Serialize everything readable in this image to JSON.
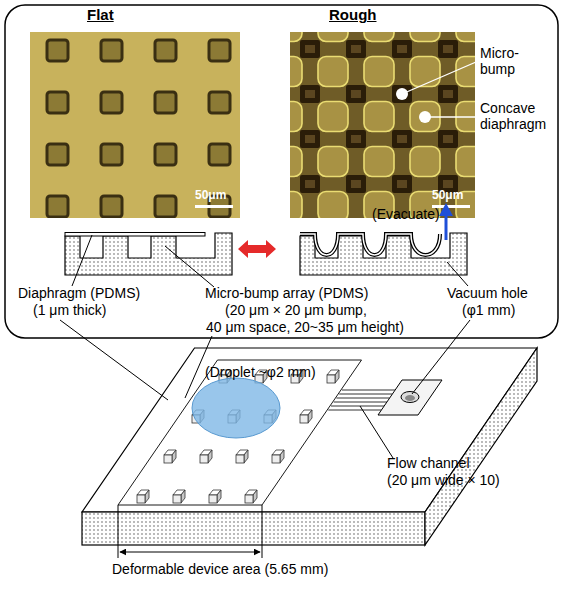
{
  "diagram": {
    "nodes": [
      {
        "text": [
          "Flat",
          "50μm"
        ]
      },
      {
        "text": [
          "Rough",
          "50μm"
        ]
      }
    ],
    "labels": [
      "Micro-bump",
      "Concave diaphragm",
      "(Evacuate)",
      "Diaphragm (PDMS)",
      "(1 μm thick)",
      "Micro-bump array (PDMS)",
      "(20 μm × 20 μm bump,",
      "40 μm space, 20~35 μm height)",
      "Vacuum hole",
      "(φ1 mm)",
      "(Droplet ~φ2 mm)",
      "Flow channel",
      "(20 μm wide × 10)",
      "Deformable device area (5.65 mm)"
    ]
  }
}
